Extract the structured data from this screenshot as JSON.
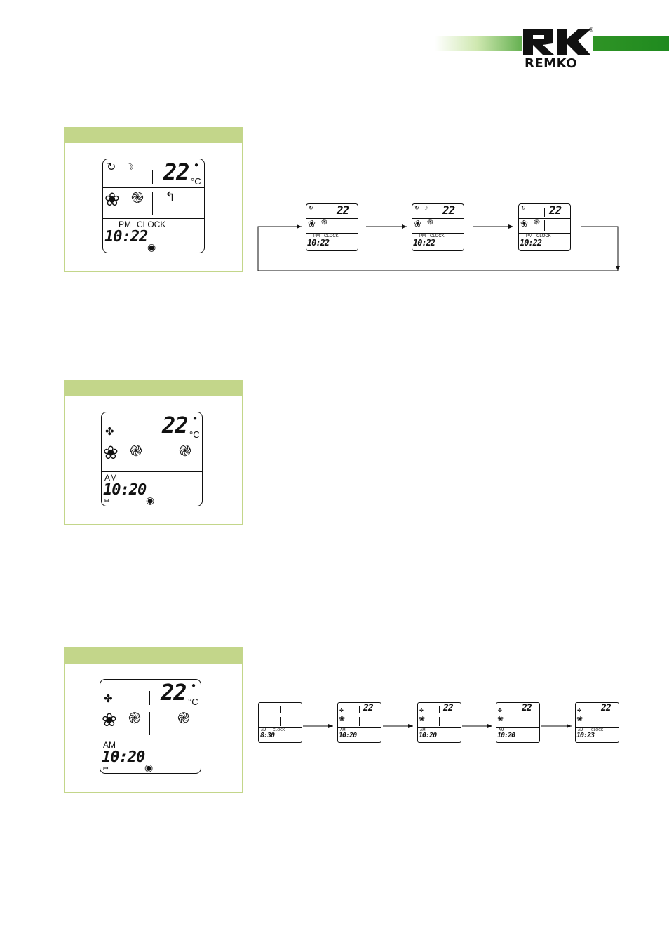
{
  "brand": {
    "name": "REMKO",
    "registered_mark": "®",
    "colors": {
      "stripe": "#2e9a2a",
      "panel": "#c3d68a"
    }
  },
  "icons": {
    "mode_cycle": "↻",
    "moon": "☽",
    "sun": "✤",
    "fan": "❀",
    "swirl": "֎",
    "thermometer": "●",
    "swing": "↰",
    "dot": "◉",
    "key": "↦"
  },
  "display_a": {
    "temp": "22",
    "unit": "°C",
    "ampm": "PM",
    "clock_label": "CLOCK",
    "time": "10:22"
  },
  "display_b": {
    "temp": "22",
    "unit": "°C",
    "ampm": "AM",
    "time": "10:20"
  },
  "display_c": {
    "temp": "22",
    "unit": "°C",
    "ampm": "AM",
    "time": "10:20"
  },
  "flow_a": [
    {
      "temp": "22",
      "ampm": "PM",
      "clock_label": "CLOCK",
      "time": "10:22"
    },
    {
      "temp": "22",
      "ampm": "PM",
      "clock_label": "CLOCK",
      "time": "10:22"
    },
    {
      "temp": "22",
      "ampm": "PM",
      "clock_label": "CLOCK",
      "time": "10:22"
    }
  ],
  "flow_c": [
    {
      "ampm": "AM",
      "clock_label": "CLOCK",
      "time": "8:30"
    },
    {
      "temp": "22",
      "ampm": "AM",
      "time": "10:20"
    },
    {
      "temp": "22",
      "ampm": "AM",
      "time": "10:20"
    },
    {
      "temp": "22",
      "ampm": "AM",
      "time": "10:20"
    },
    {
      "temp": "22",
      "ampm": "AM",
      "clock_label": "CLOCK",
      "time": "10:23"
    }
  ]
}
